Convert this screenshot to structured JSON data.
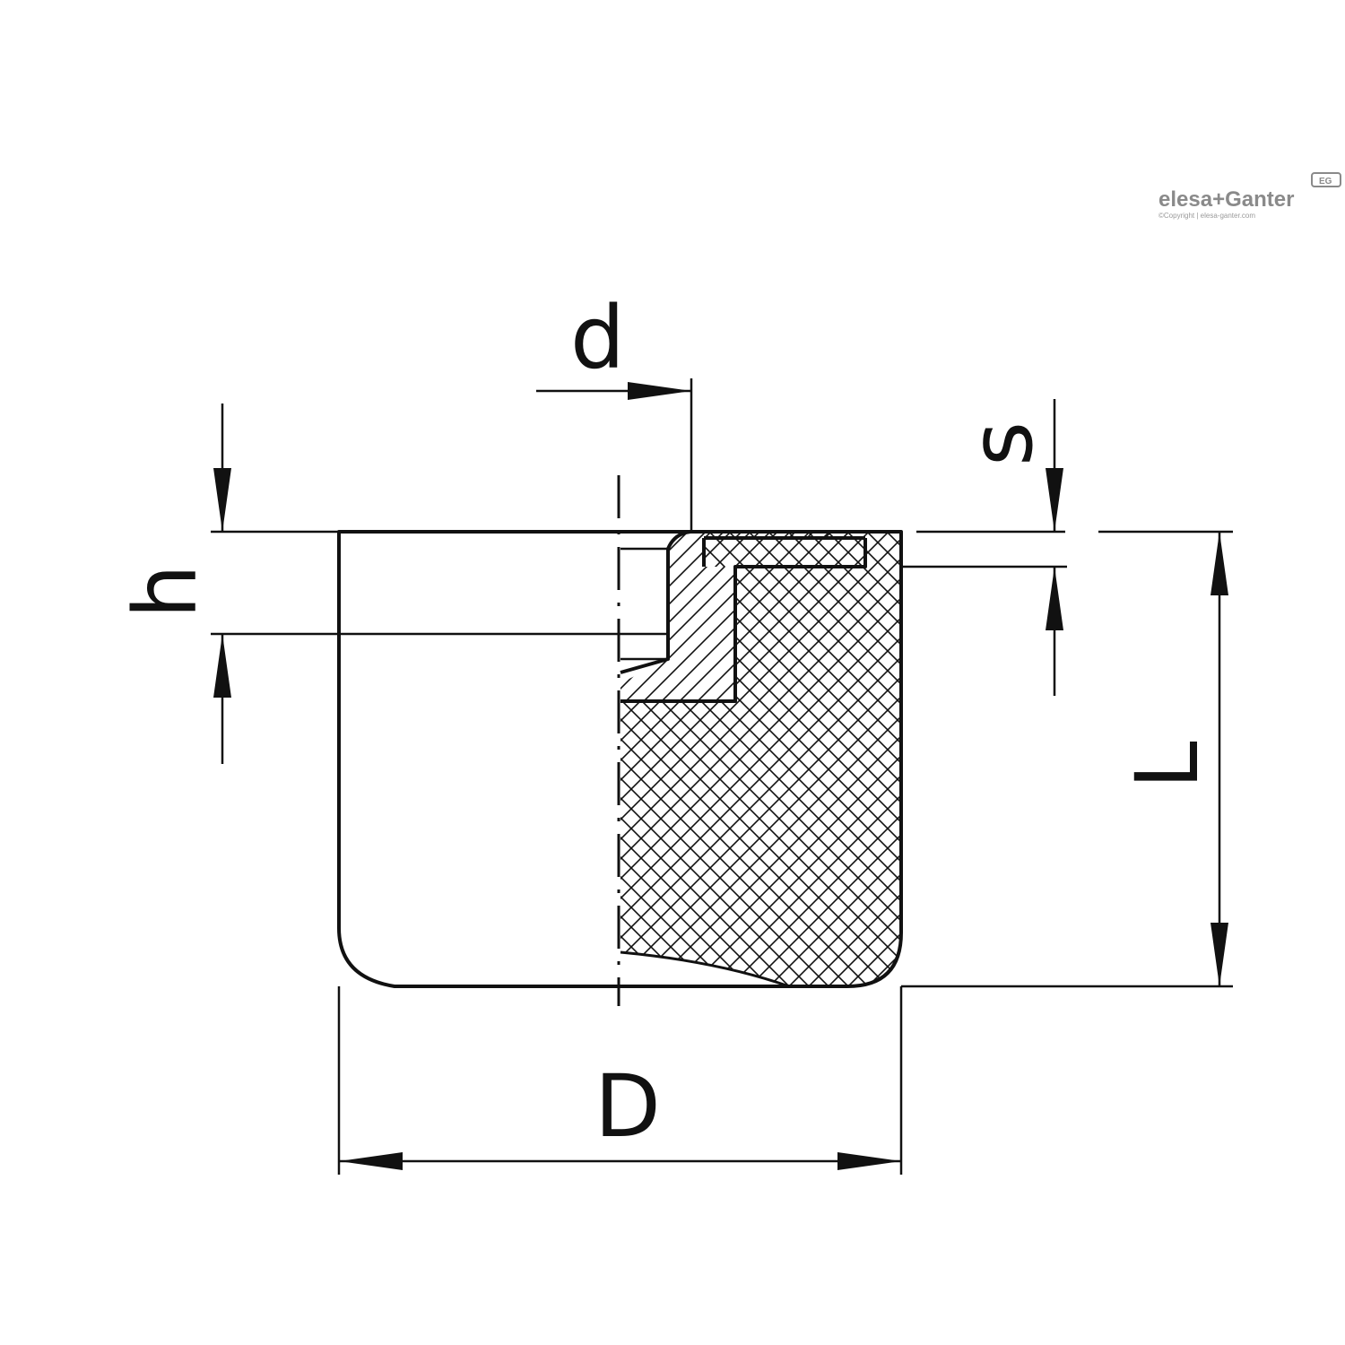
{
  "logo": {
    "brand_a": "elesa",
    "plus": "+",
    "brand_b": "Ganter",
    "copyright": "©Copyright | elesa-ganter.com",
    "badge": "EG"
  },
  "dimensions": {
    "d": "d",
    "s": "s",
    "h": "h",
    "L": "L",
    "D": "D"
  },
  "colors": {
    "line": "#111111",
    "logo": "#8a8a8a",
    "background": "#ffffff"
  }
}
